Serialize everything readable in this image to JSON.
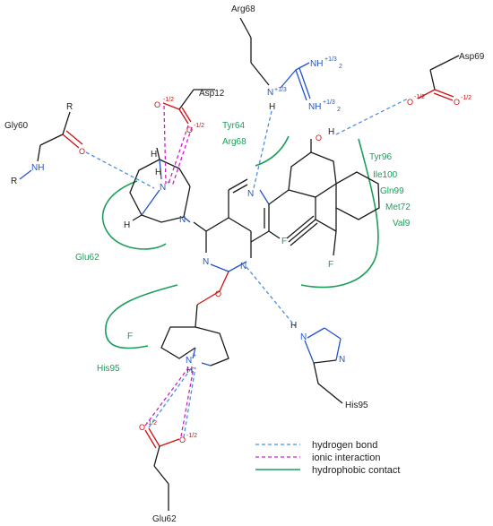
{
  "residues": {
    "arg68_top": "Arg68",
    "asp69": "Asp69",
    "gly60": "Gly60",
    "asp12": "Asp12",
    "his95_bottom": "His95",
    "glu62_bottom": "Glu62"
  },
  "hydrophobic_labels": {
    "tyr64": "Tyr64",
    "arg68": "Arg68",
    "tyr96": "Tyr96",
    "ile100": "Ile100",
    "gln99": "Gln99",
    "met72": "Met72",
    "val9": "Val9",
    "glu62": "Glu62",
    "his95": "His95"
  },
  "atoms": {
    "r_top": "R",
    "r_left": "R",
    "nh_gly": "NH",
    "o_gly": "O",
    "o_asp12_a": "O",
    "o_asp12_a_charge": "-1/2",
    "o_asp12_b": "O",
    "o_asp12_b_charge": "-1/2",
    "o_asp69_a": "O",
    "o_asp69_a_charge": "-1/2",
    "o_asp69_b": "O",
    "o_asp69_b_charge": "-1/2",
    "n_arg": "N",
    "n_arg_charge": "+1/3",
    "h_arg": "H",
    "nh2_arg_a": "NH",
    "nh2_arg_a_sub": "2",
    "nh2_arg_a_charge": "+1/3",
    "nh2_arg_b": "NH",
    "nh2_arg_b_sub": "2",
    "nh2_arg_b_charge": "+1/3",
    "oh_o": "O",
    "oh_h": "H",
    "h_bicyc_1": "H",
    "h_bicyc_2": "H",
    "h_bicyc_3": "H",
    "n_plus_bicyc": "N",
    "n_plus_bicyc_charge": "+",
    "n_bicyc_amine": "N",
    "n_quinaz_top": "N",
    "n_pyrim_a": "N",
    "n_pyrim_b": "N",
    "f_quinaz": "F",
    "f_naph": "F",
    "o_ether": "O",
    "f_pyrroliz": "F",
    "n_plus_pyrroliz": "N",
    "n_plus_pyrroliz_charge": "+",
    "h_pyrroliz": "H",
    "n_his_top": "N",
    "h_his": "H",
    "n_his_ring": "N",
    "o_glu_a": "O",
    "o_glu_a_charge": "-1/2",
    "o_glu_b": "O",
    "o_glu_b_charge": "-1/2"
  },
  "legend": {
    "hydrogen_bond": "hydrogen bond",
    "ionic_interaction": "ionic interaction",
    "hydrophobic_contact": "hydrophobic contact"
  },
  "colors": {
    "hydrogen_bond": "#4a8fe0",
    "ionic_interaction": "#d020c8",
    "hydrophobic_contact": "#1a9e5a",
    "oxygen": "#d01010",
    "nitrogen": "#2255cc",
    "bond": "#1a1a1a"
  }
}
